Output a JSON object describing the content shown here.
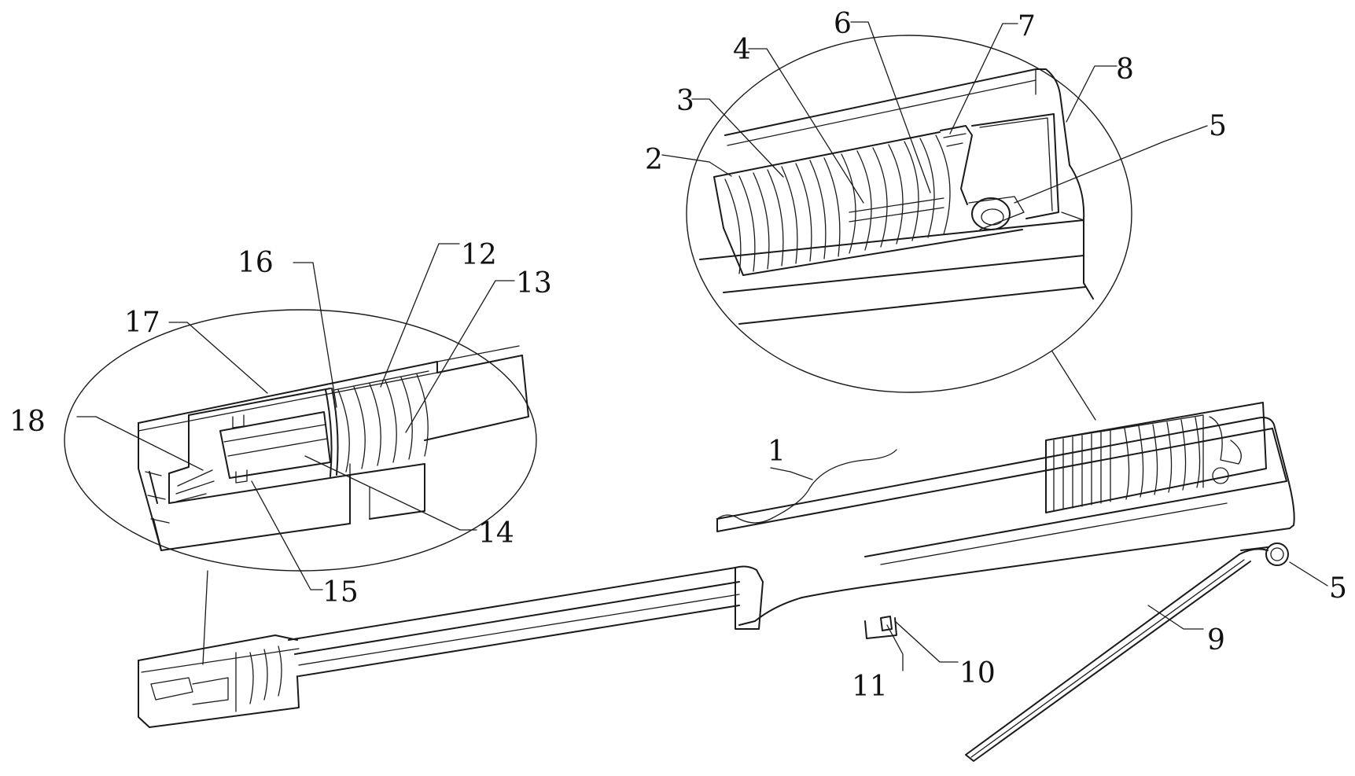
{
  "labels": {
    "n1": "1",
    "n2": "2",
    "n3": "3",
    "n4": "4",
    "n5a": "5",
    "n5b": "5",
    "n6": "6",
    "n7": "7",
    "n8": "8",
    "n9": "9",
    "n10": "10",
    "n11": "11",
    "n12": "12",
    "n13": "13",
    "n14": "14",
    "n15": "15",
    "n16": "16",
    "n17": "17",
    "n18": "18"
  }
}
